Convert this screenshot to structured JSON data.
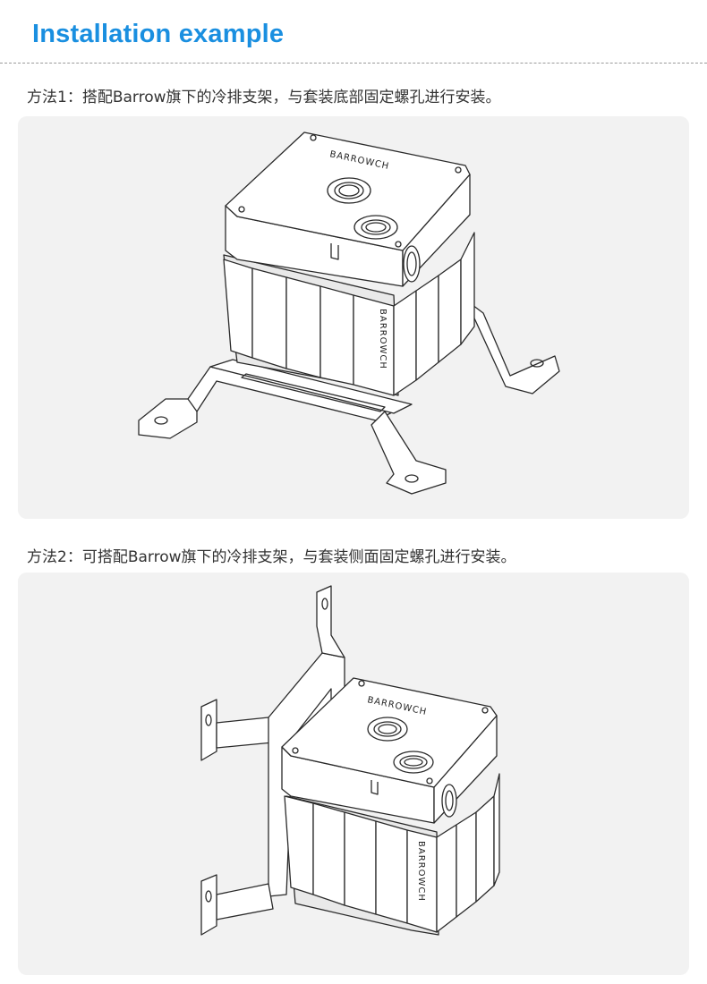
{
  "header": {
    "title": "Installation example"
  },
  "sections": [
    {
      "caption": "方法1：搭配Barrow旗下的冷排支架，与套装底部固定螺孔进行安装。"
    },
    {
      "caption": "方法2：可搭配Barrow旗下的冷排支架，与套装侧面固定螺孔进行安装。"
    }
  ],
  "brand_mark": "BARROWCH",
  "colors": {
    "title": "#1a8fe0",
    "panel_bg": "#f2f2f2",
    "text": "#333333"
  }
}
